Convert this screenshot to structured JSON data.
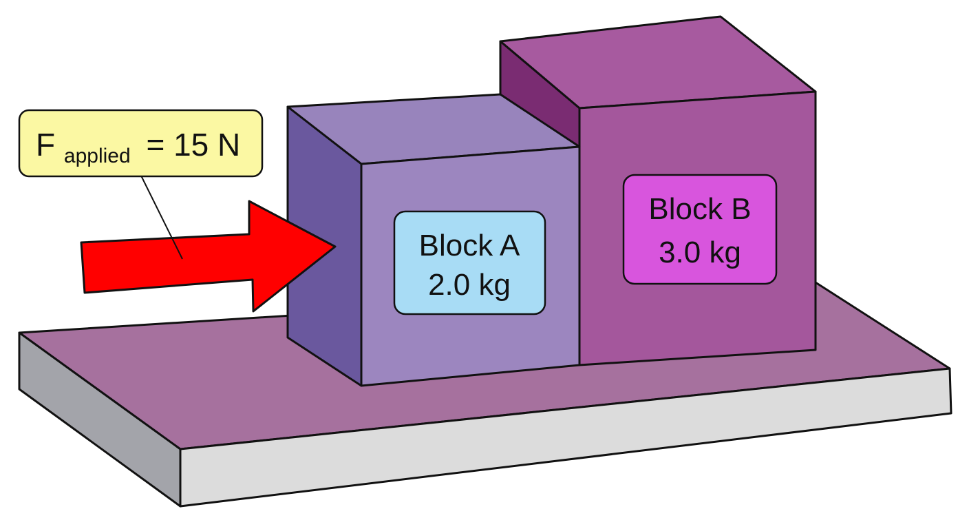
{
  "force_label": {
    "symbol": "F",
    "subscript": "applied",
    "value": "= 15 N"
  },
  "block_a": {
    "name": "Block A",
    "mass": "2.0 kg"
  },
  "block_b": {
    "name": "Block B",
    "mass": "3.0 kg"
  },
  "colors": {
    "arrow": "#ff0000",
    "force_label_fill": "#fbf8a3",
    "block_a_label_fill": "#a8dcf5",
    "block_b_label_fill": "#d855dd",
    "block_a_front": "#9c86bf",
    "block_b_front": "#a4579c",
    "table_top": "#a6719e",
    "table_edge": "#dcdcdc"
  }
}
